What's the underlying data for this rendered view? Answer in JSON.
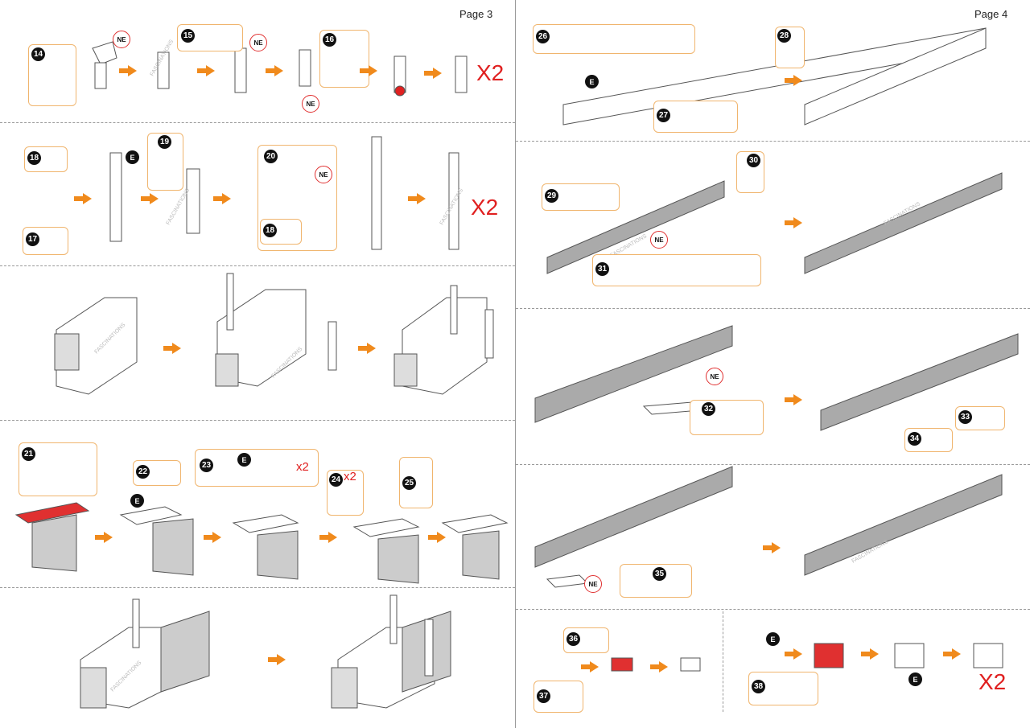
{
  "pages": {
    "p3": {
      "title": "Page 3"
    },
    "p4": {
      "title": "Page 4"
    }
  },
  "steps": {
    "s14": "14",
    "s15": "15",
    "s16": "16",
    "s17": "17",
    "s18": "18",
    "s19": "19",
    "s20": "20",
    "s21": "21",
    "s22": "22",
    "s23": "23",
    "s24": "24",
    "s25": "25",
    "s26": "26",
    "s27": "27",
    "s28": "28",
    "s29": "29",
    "s30": "30",
    "s31": "31",
    "s32": "32",
    "s33": "33",
    "s34": "34",
    "s35": "35",
    "s36": "36",
    "s37": "37",
    "s38": "38"
  },
  "labels": {
    "ne": "NE",
    "e": "E",
    "x2": "X2",
    "x2_small": "x2"
  },
  "watermark": "FASCINATIONS",
  "colors": {
    "accent": "#f08a1c",
    "red": "#e02020",
    "box_border": "#f0b56e",
    "part": "#d8d8d8"
  }
}
